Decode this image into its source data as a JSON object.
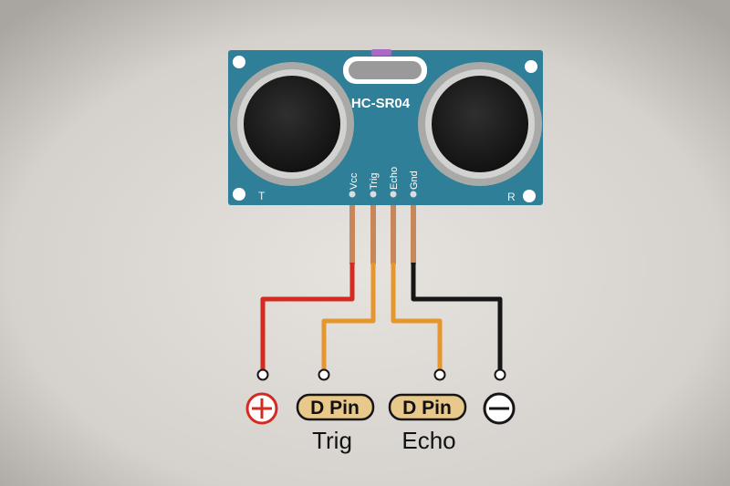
{
  "module": {
    "model": "HC-SR04",
    "left_transducer_label": "T",
    "right_transducer_label": "R",
    "pins": [
      {
        "name": "Vcc",
        "wire_color": "#d42a1f"
      },
      {
        "name": "Trig",
        "wire_color": "#e6962e"
      },
      {
        "name": "Echo",
        "wire_color": "#e6962e"
      },
      {
        "name": "Gnd",
        "wire_color": "#161616"
      }
    ],
    "board_color": "#2f7f98"
  },
  "connections": {
    "vcc": {
      "symbol": "plus-symbol",
      "color": "#d42a1f"
    },
    "trig": {
      "badge": "D Pin",
      "caption": "Trig"
    },
    "echo": {
      "badge": "D Pin",
      "caption": "Echo"
    },
    "gnd": {
      "symbol": "minus-symbol",
      "color": "#161616"
    }
  },
  "colors": {
    "badge_fill": "#e9c98b",
    "lead_copper": "#c8875a"
  }
}
